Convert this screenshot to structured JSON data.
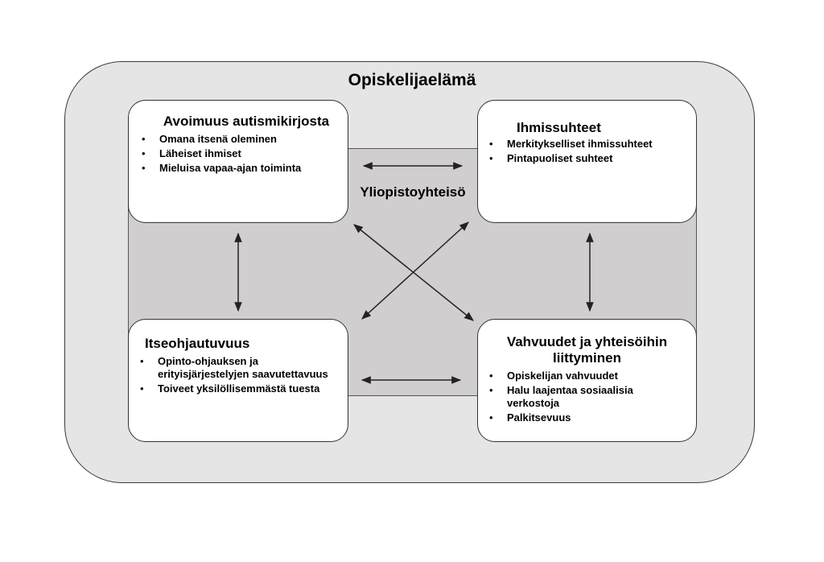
{
  "outer": {
    "title": "Opiskelijaelämä"
  },
  "center": {
    "label": "Yliopistoyhteisö"
  },
  "boxes": {
    "top_left": {
      "title": "Avoimuus autismikirjosta",
      "items": [
        "Omana itsenä oleminen",
        "Läheiset ihmiset",
        "Mieluisa vapaa-ajan toiminta"
      ]
    },
    "top_right": {
      "title": "Ihmissuhteet",
      "items": [
        "Merkitykselliset ihmissuhteet",
        "Pintapuoliset suhteet"
      ]
    },
    "bottom_left": {
      "title": "Itseohjautuvuus",
      "items": [
        "Opinto-ohjauksen ja erityisjärjestelyjen saavutettavuus",
        "Toiveet yksilöllisemmästä tuesta"
      ]
    },
    "bottom_right": {
      "title": "Vahvuudet ja yhteisöihin liittyminen",
      "items": [
        "Opiskelijan vahvuudet",
        "Halu laajentaa sosiaalisia verkostoja",
        "Palkitsevuus"
      ]
    }
  },
  "colors": {
    "outer_fill": "#e6e5e6",
    "inner_fill": "#d0cecf",
    "box_fill": "#ffffff",
    "stroke": "#333333"
  }
}
